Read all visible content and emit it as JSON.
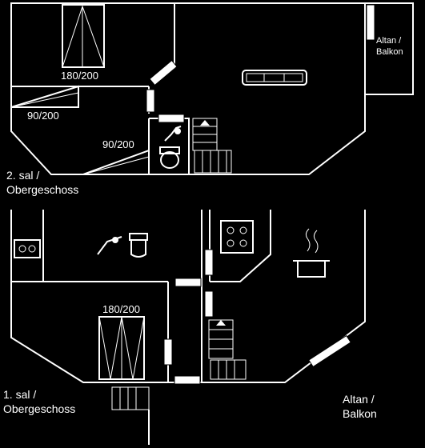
{
  "floors": {
    "upper": {
      "name_line1": "2. sal /",
      "name_line2": "Obergeschoss",
      "bed_labels": [
        "180/200",
        "90/200",
        "90/200"
      ],
      "balcony_line1": "Altan /",
      "balcony_line2": "Balkon"
    },
    "lower": {
      "name_line1": "1. sal /",
      "name_line2": "Obergeschoss",
      "bed_labels": [
        "180/200"
      ],
      "balcony_line1": "Altan /",
      "balcony_line2": "Balkon"
    }
  },
  "icons": [
    "sofa-icon",
    "toilet-icon",
    "shower-icon",
    "washbasin-icon",
    "cooking-pot-icon",
    "stove-icon",
    "dishwasher-icon",
    "stairs-icon"
  ]
}
